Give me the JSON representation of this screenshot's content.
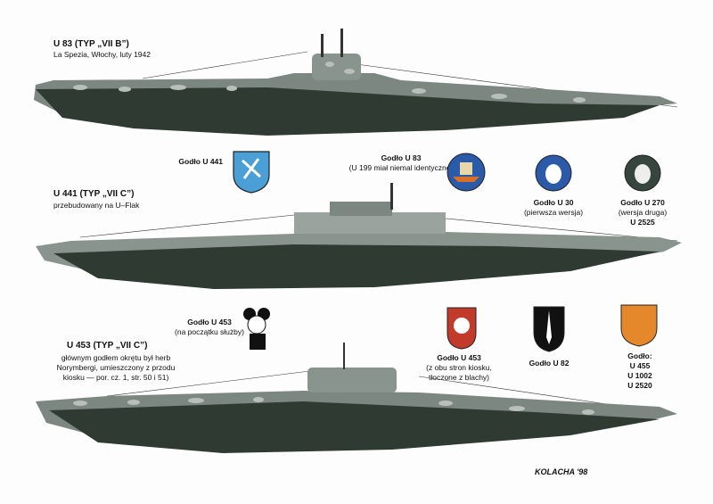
{
  "boats": [
    {
      "title": "U 83 (TYP „VII B”)",
      "subtitle": "La Spezia, Włochy, luty 1942"
    },
    {
      "title": "U 441 (TYP „VII C”)",
      "subtitle": "przebudowany na U–Flak"
    },
    {
      "title": "U 453 (TYP „VII C”)",
      "subtitle_lines": [
        "głównym godłem okrętu był herb",
        "Norymbergi, umieszczony z przodu",
        "kiosku — por. cz. 1, str. 50 i 51)"
      ]
    }
  ],
  "emblems": {
    "u441": {
      "label": "Godło U 441"
    },
    "u83": {
      "label": "Godło U 83",
      "note": "(U 199 miał niemal identyczne)"
    },
    "u30": {
      "label": "Godło U 30",
      "note": "(pierwsza wersja)"
    },
    "u270": {
      "label": "Godło U 270",
      "note": "(wersja druga)",
      "extra": "U 2525"
    },
    "u453a": {
      "label": "Godło U 453",
      "note": "(na początku służby)"
    },
    "u453b": {
      "label": "Godło U 453",
      "note_lines": [
        "(z obu stron kiosku,",
        "tłoczone z blachy)"
      ]
    },
    "u82": {
      "label": "Godło U 82"
    },
    "antler": {
      "label": "Godło:",
      "boats": [
        "U 455",
        "U 1002",
        "U 2520"
      ]
    }
  },
  "signature": "KOLACHA '98",
  "colors": {
    "hull_dark": "#2f3a33",
    "hull_grey": "#7d8781",
    "camo_light": "#b9c0bc",
    "deck": "#5b6660"
  }
}
